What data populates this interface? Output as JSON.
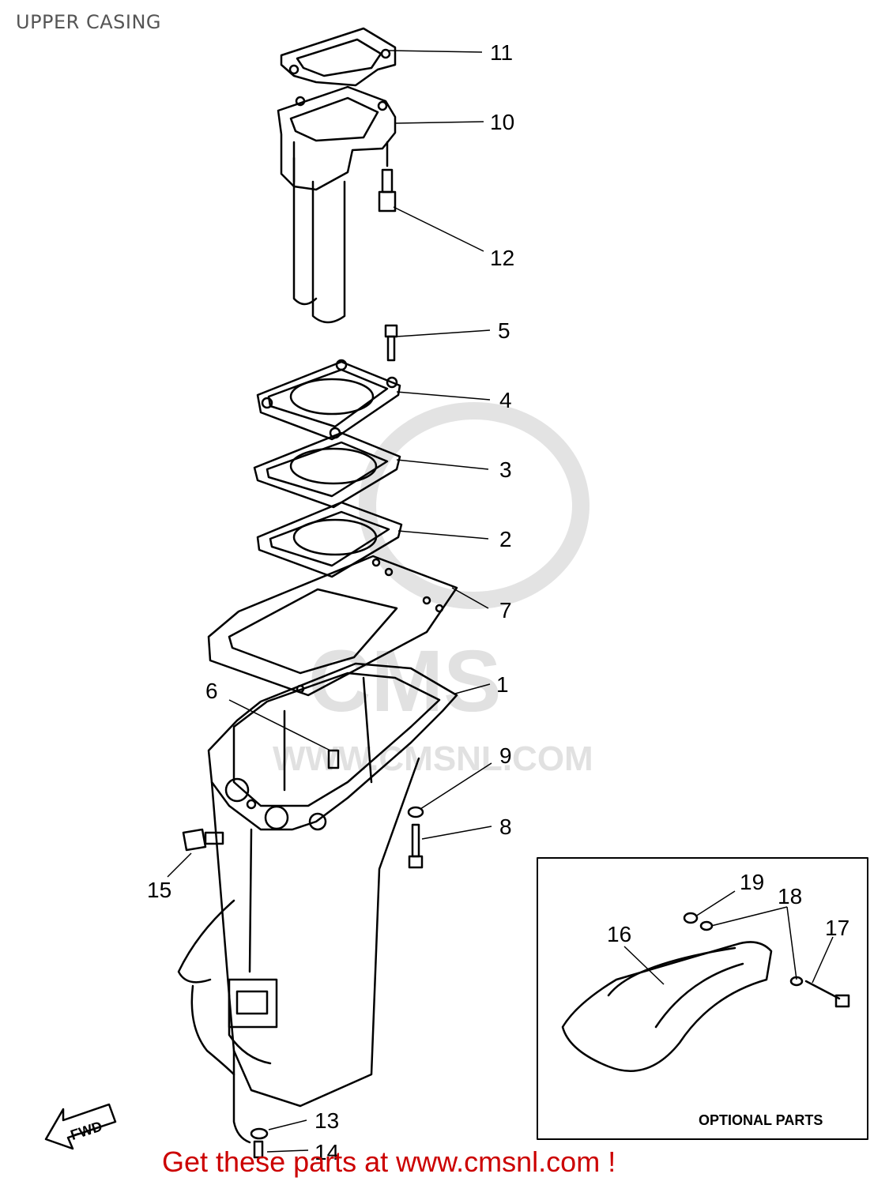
{
  "title": "UPPER CASING",
  "footer": "Get these parts at www.cmsnl.com !",
  "optional_box_label": "OPTIONAL PARTS",
  "fwd_label": "FWD",
  "watermark": "CMS www.cmsnl.com",
  "callouts": [
    "1",
    "2",
    "3",
    "4",
    "5",
    "6",
    "7",
    "8",
    "9",
    "10",
    "11",
    "12",
    "13",
    "14",
    "15",
    "16",
    "17",
    "18",
    "19"
  ],
  "colors": {
    "line": "#000000",
    "footer": "#cc0000",
    "watermark": "#d9d9d9",
    "title": "#555555"
  }
}
